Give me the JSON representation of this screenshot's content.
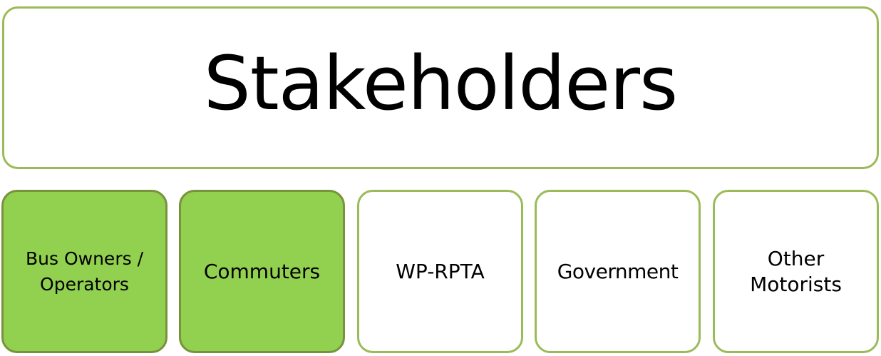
{
  "title": "Stakeholders",
  "colors": {
    "border": "#9bbb59",
    "highlight_fill": "#92d050",
    "highlight_border": "#77933c",
    "default_fill": "#ffffff"
  },
  "stakeholders": [
    {
      "label": "Bus Owners /\nOperators",
      "highlighted": true
    },
    {
      "label": "Commuters",
      "highlighted": true
    },
    {
      "label": "WP-RPTA",
      "highlighted": false
    },
    {
      "label": "Government",
      "highlighted": false
    },
    {
      "label": "Other\nMotorists",
      "highlighted": false
    }
  ]
}
